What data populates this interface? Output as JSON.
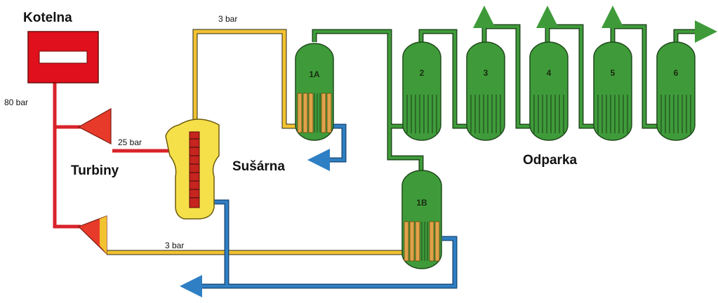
{
  "labels": {
    "boiler": "Kotelna",
    "turbines": "Turbiny",
    "dryer": "Sušárna",
    "evaporator": "Odparka"
  },
  "pressures": {
    "p80": "80 bar",
    "p25": "25 bar",
    "p3_top": "3 bar",
    "p3_bottom": "3 bar"
  },
  "tanks": [
    "1A",
    "2",
    "3",
    "4",
    "5",
    "6",
    "1B"
  ],
  "colors": {
    "boiler": "#e0101c",
    "steam_high": "#d8232a",
    "steam_low": "#f2c230",
    "vapor": "#3f9b3a",
    "water": "#2f7fc4",
    "tank": "#3f9b3a",
    "dryer": "#f6e04a"
  }
}
